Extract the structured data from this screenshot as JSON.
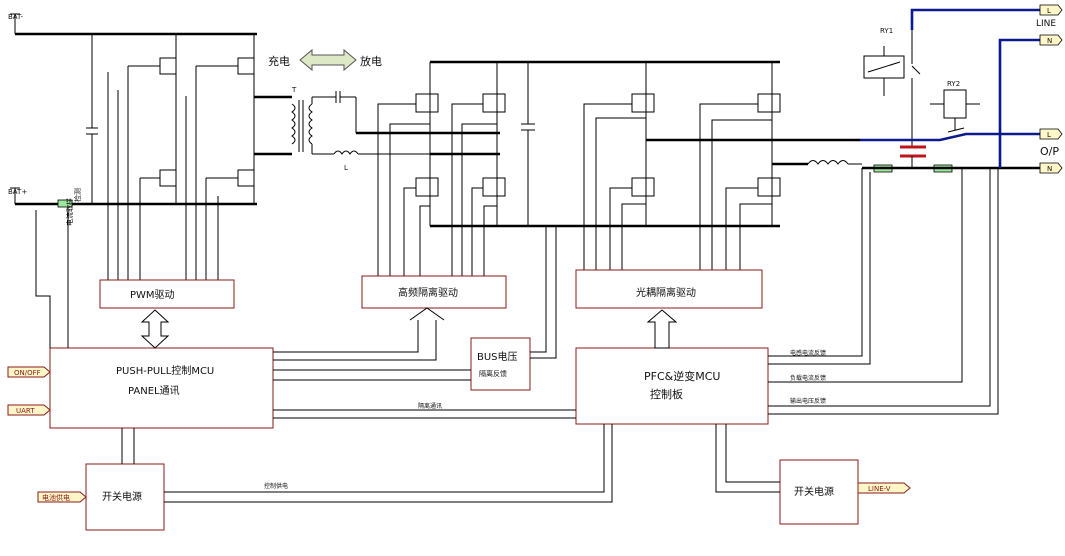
{
  "labels": {
    "bat_top": "BAT-",
    "bat_mid": "BAT+",
    "charge": "充电",
    "discharge": "放电",
    "transformer_t": "T",
    "inductor_l": "L",
    "ry1": "RY1",
    "ry2": "RY2",
    "line": "LINE",
    "op": "O/P",
    "l_tag": "L",
    "n_tag": "N",
    "current_sense": "电流取样",
    "bus_detect": "检测",
    "pwm_drive": "PWM驱动",
    "hf_drive": "高频隔离驱动",
    "opto_drive": "光耦隔离驱动",
    "pushpull_mcu": "PUSH-PULL控制MCU",
    "panel_comm": "PANEL通讯",
    "bus_v": "BUS电压",
    "bus_iso": "隔离反馈",
    "pfc_mcu": "PFC&逆变MCU",
    "ctrl_board": "控制板",
    "on_off": "ON/OFF",
    "uart": "UART",
    "iso_comm": "隔离通讯",
    "smps1": "开关电源",
    "smps2": "开关电源",
    "batt_supply": "电池供电",
    "ctrl_supply": "控制供电",
    "line_v": "LINE-V",
    "inv_current_fb": "电感电流反馈",
    "load_current_fb": "负载电流反馈",
    "out_voltage_fb": "输出电压反馈"
  },
  "colors": {
    "block_border": "#8b1a1a",
    "bus_blue": "#0b1a8c",
    "capacitor_red": "#c0141c",
    "resistor_green": "#9ee79e",
    "tag_fill": "#fff7c8",
    "arrow_fill": "#dde8c6"
  }
}
